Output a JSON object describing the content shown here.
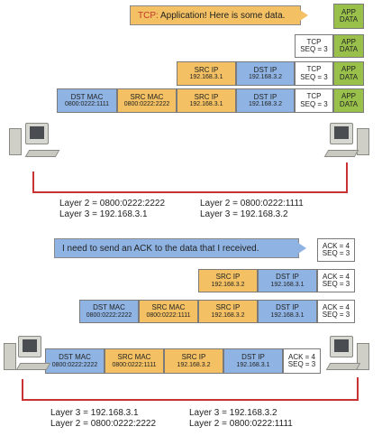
{
  "top": {
    "message": {
      "prefix": "TCP:",
      "text": " Application! Here is some data."
    },
    "app_data": {
      "line1": "APP",
      "line2": "DATA"
    },
    "tcp": {
      "line1": "TCP",
      "line2": "SEQ = 3"
    },
    "src_ip": {
      "label": "SRC IP",
      "value": "192.168.3.1"
    },
    "dst_ip": {
      "label": "DST IP",
      "value": "192.168.3.2"
    },
    "dst_mac": {
      "label": "DST MAC",
      "value": "0800:0222:1111"
    },
    "src_mac": {
      "label": "SRC MAC",
      "value": "0800:0222:2222"
    },
    "left_host": {
      "l2": "Layer 2 = 0800:0222:2222",
      "l3": "Layer 3 = 192.168.3.1"
    },
    "right_host": {
      "l2": "Layer 2 = 0800:0222:1111",
      "l3": "Layer 3 = 192.168.3.2"
    }
  },
  "bottom": {
    "message": "I need to send an ACK to the data that I received.",
    "ack": {
      "line1": "ACK = 4",
      "line2": "SEQ = 3"
    },
    "src_ip": {
      "label": "SRC IP",
      "value": "192.168.3.2"
    },
    "dst_ip": {
      "label": "DST IP",
      "value": "192.168.3.1"
    },
    "dst_mac": {
      "label": "DST MAC",
      "value": "0800:0222:2222"
    },
    "src_mac": {
      "label": "SRC MAC",
      "value": "0800:0222:1111"
    },
    "left_host": {
      "l3": "Layer 3 = 192.168.3.1",
      "l2": "Layer 2 = 0800:0222:2222"
    },
    "right_host": {
      "l3": "Layer 3 = 192.168.3.2",
      "l2": "Layer 2 = 0800:0222:1111"
    }
  },
  "colors": {
    "mac": "#8fb4e3",
    "ip": "#f3c063",
    "app": "#98c04a",
    "tcp_bubble": "#f3c063",
    "ack_bubble": "#8fb4e3",
    "wire": "#c83232"
  }
}
